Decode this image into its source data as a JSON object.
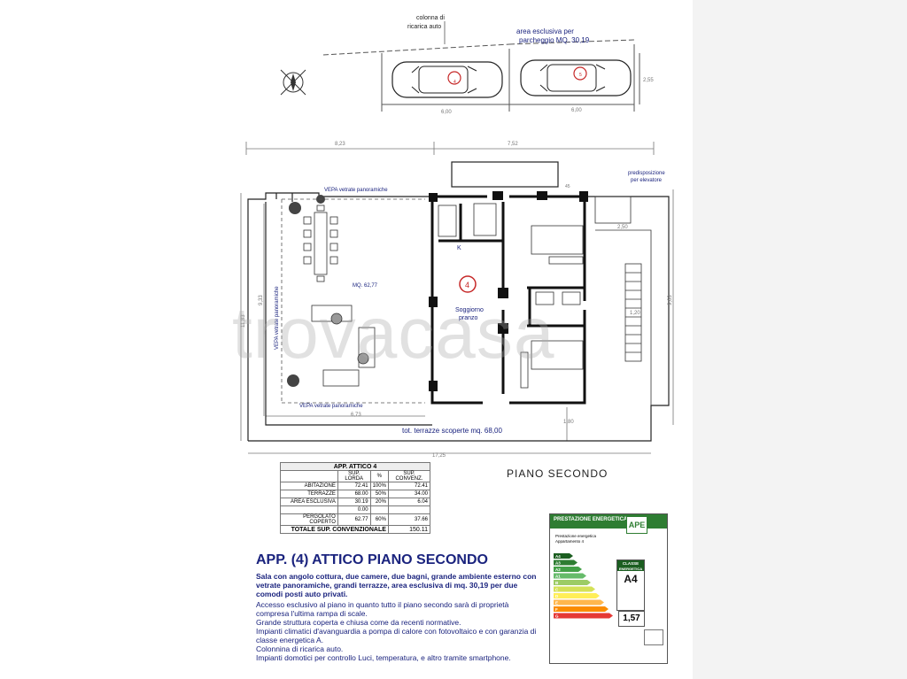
{
  "plan": {
    "charging_label_1": "colonna di",
    "charging_label_2": "ricarica auto",
    "parking_label_1": "area esclusiva per",
    "parking_label_2": "parcheggio MQ. 30,19",
    "car_marker_1": "4",
    "car_marker_2": "5",
    "dim_parking_h": "2,55",
    "dim_parking_w1": "6,00",
    "dim_parking_w2": "6,00",
    "dim_top_1": "8,23",
    "dim_top_2": "7,52",
    "lift_label_1": "predisposizione",
    "lift_label_2": "per elevatore",
    "dim_lift": "2,50",
    "vepa_top": "VEPA vetrate panoramiche",
    "vepa_left": "VEPA vetrate panoramiche",
    "vepa_bottom": "VEPA vetrate panoramiche",
    "area_mq": "MQ. 62,77",
    "unit_number": "4",
    "room_label_1": "Soggiorno",
    "room_label_2": "pranzo",
    "kitchen_k": "K",
    "dim_left_total": "11,83",
    "dim_left_inner": "9,33",
    "dim_right": "9,63",
    "dim_stairs": "1,20",
    "dim_bottom_terrace": "6,73",
    "dim_bottom_small": "1,80",
    "dim_bottom_total": "17,25",
    "dim_45": "45",
    "terrace_total": "tot. terrazze scoperte mq. 68,00"
  },
  "watermark": "trovacasa",
  "table": {
    "title": "APP. ATTICO 4",
    "headers": [
      "",
      "SUP. LORDA",
      "%",
      "SUP. CONVENZ."
    ],
    "rows": [
      [
        "ABITAZIONE",
        "72.41",
        "100%",
        "72.41"
      ],
      [
        "TERRAZZE",
        "68.00",
        "50%",
        "34.00"
      ],
      [
        "AREA ESCLUSIVA",
        "30.19",
        "20%",
        "6.04"
      ],
      [
        "",
        "0.00",
        "",
        ""
      ],
      [
        "PERGOLATO COPERTO",
        "62.77",
        "60%",
        "37.66"
      ]
    ],
    "total_label": "TOTALE SUP. CONVENZIONALE",
    "total_value": "150.11"
  },
  "floor_label": "PIANO SECONDO",
  "title": "APP. (4) ATTICO PIANO SECONDO",
  "subtitle": "Sala con angolo cottura, due camere, due bagni, grande ambiente esterno con vetrate panoramiche, grandi terrazze, area esclusiva di mq. 30,19 per due comodi posti auto privati.",
  "description": [
    "Accesso esclusivo al piano in quanto tutto il piano secondo sarà di proprietà compresa l'ultima rampa di scale.",
    "Grande struttura coperta e chiusa come da recenti normative.",
    "Impianti climatici d'avanguardia a pompa di calore con fotovoltaico e con garanzia di classe energetica A.",
    "Colonnina di ricarica auto.",
    "Impianti domotici per controllo Luci, temperatura, e altro tramite smartphone."
  ],
  "ape": {
    "header": "PRESTAZIONE ENERGETICA",
    "logo": "APE",
    "line1": "Prestazione energetica",
    "line2": "Appartamento 4",
    "class_label_1": "CLASSE",
    "class_label_2": "ENERGETICA",
    "class_value": "A4",
    "index_value": "1,57",
    "classes": [
      "A4",
      "A3",
      "A2",
      "A1",
      "B",
      "C",
      "D",
      "E",
      "F",
      "G"
    ],
    "class_colors": [
      "#1b5e20",
      "#2e7d32",
      "#43a047",
      "#66bb6a",
      "#9ccc65",
      "#d4e157",
      "#ffee58",
      "#ffb74d",
      "#fb8c00",
      "#e53935"
    ]
  }
}
